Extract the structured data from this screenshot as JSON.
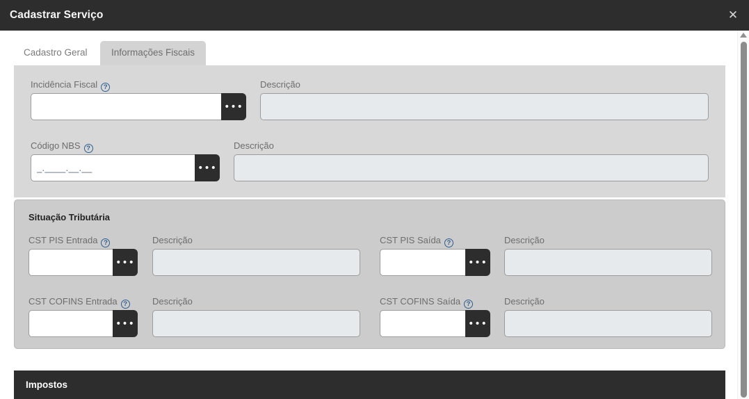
{
  "window": {
    "title": "Cadastrar Serviço",
    "close_icon": "close-icon",
    "close_glyph": "✕"
  },
  "scrollbar": {
    "up_arrow_icon": "scroll-up-arrow-icon"
  },
  "tabs": [
    {
      "label": "Cadastro Geral",
      "active": false
    },
    {
      "label": "Informações Fiscais",
      "active": true
    }
  ],
  "main_panel": {
    "fields": [
      {
        "label": "Incidência Fiscal",
        "help_icon": "help-circle-icon",
        "help_glyph": "?",
        "value": "",
        "placeholder": "",
        "lookup_glyph": "•••",
        "description_label": "Descrição",
        "description_value": ""
      },
      {
        "label": "Código NBS",
        "help_icon": "help-circle-icon",
        "help_glyph": "?",
        "value": "_.____.__.__",
        "placeholder": "_.____.__.__",
        "lookup_glyph": "•••",
        "description_label": "Descrição",
        "description_value": ""
      }
    ]
  },
  "situacao_tributaria": {
    "title": "Situação Tributária",
    "fields": [
      {
        "label": "CST PIS Entrada",
        "help_glyph": "?",
        "value": "",
        "lookup_glyph": "•••",
        "description_label": "Descrição",
        "description_value": ""
      },
      {
        "label": "CST PIS Saída",
        "help_glyph": "?",
        "value": "",
        "lookup_glyph": "•••",
        "description_label": "Descrição",
        "description_value": ""
      },
      {
        "label": "CST COFINS Entrada",
        "help_glyph": "?",
        "value": "",
        "lookup_glyph": "•••",
        "description_label": "Descrição",
        "description_value": ""
      },
      {
        "label": "CST COFINS Saída",
        "help_glyph": "?",
        "value": "",
        "lookup_glyph": "•••",
        "description_label": "Descrição",
        "description_value": ""
      }
    ]
  },
  "impostos": {
    "title": "Impostos"
  },
  "colors": {
    "titlebar_bg": "#2d2d2d",
    "panel_bg": "#d8d8d8",
    "situacao_bg": "#cccccc",
    "readonly_bg": "#e7eaec",
    "help_icon": "#2c5d8f",
    "tab_active_bg": "#d3d3d3"
  }
}
